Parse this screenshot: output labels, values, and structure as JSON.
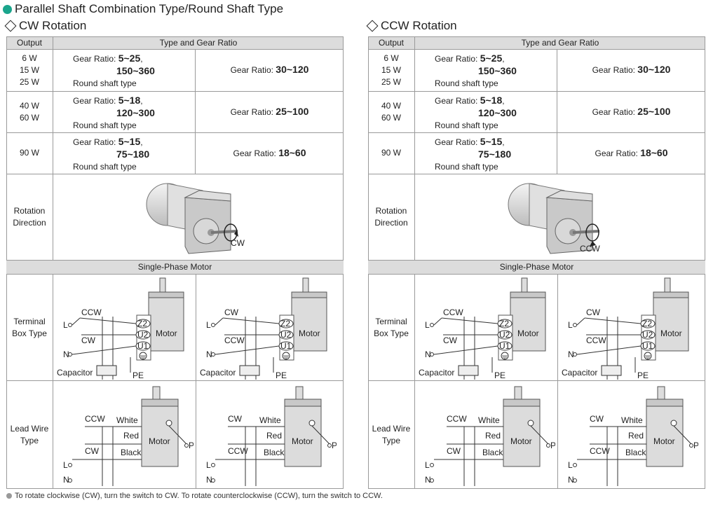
{
  "title": "Parallel Shaft Combination Type/Round Shaft Type",
  "panels": [
    {
      "heading": "CW Rotation",
      "hdr_output": "Output",
      "hdr_type": "Type and Gear Ratio",
      "rows": [
        {
          "output": [
            "6 W",
            "15 W",
            "25 W"
          ],
          "prefix": "Gear Ratio: ",
          "r1": "5~25",
          "sep": ",",
          "r2": "150~360",
          "shaft": "Round shaft type",
          "prefix_b": "Gear Ratio: ",
          "parallel": "30~120"
        },
        {
          "output": [
            "40 W",
            "60 W"
          ],
          "prefix": "Gear Ratio: ",
          "r1": "5~18",
          "sep": ",",
          "r2": "120~300",
          "shaft": "Round shaft type",
          "prefix_b": "Gear Ratio: ",
          "parallel": "25~100"
        },
        {
          "output": [
            "90 W"
          ],
          "prefix": "Gear Ratio: ",
          "r1": "5~15",
          "sep": ",",
          "r2": "75~180",
          "shaft": "Round shaft type",
          "prefix_b": "Gear Ratio: ",
          "parallel": "18~60"
        }
      ],
      "rotation_label": [
        "Rotation",
        "Direction"
      ],
      "rotation_mark": "CW",
      "single_phase": "Single-Phase Motor",
      "terminal_label": [
        "Terminal",
        "Box Type"
      ],
      "leadwire_label": [
        "Lead Wire",
        "Type"
      ],
      "diagram": {
        "L": "L",
        "N": "N",
        "ccw": "CCW",
        "cw": "CW",
        "motor": "Motor",
        "capacitor": "Capacitor",
        "pe": "PE",
        "z2": "Z2",
        "u2": "U2",
        "u1": "U1",
        "white": "White",
        "red": "Red",
        "black": "Black"
      }
    },
    {
      "heading": "CCW Rotation",
      "hdr_output": "Output",
      "hdr_type": "Type and Gear Ratio",
      "rows": [
        {
          "output": [
            "6 W",
            "15 W",
            "25 W"
          ],
          "prefix": "Gear Ratio: ",
          "r1": "5~25",
          "sep": ",",
          "r2": "150~360",
          "shaft": "Round shaft type",
          "prefix_b": "Gear Ratio: ",
          "parallel": "30~120"
        },
        {
          "output": [
            "40 W",
            "60 W"
          ],
          "prefix": "Gear Ratio: ",
          "r1": "5~18",
          "sep": ",",
          "r2": "120~300",
          "shaft": "Round shaft type",
          "prefix_b": "Gear Ratio: ",
          "parallel": "25~100"
        },
        {
          "output": [
            "90 W"
          ],
          "prefix": "Gear Ratio: ",
          "r1": "5~15",
          "sep": ",",
          "r2": "75~180",
          "shaft": "Round shaft type",
          "prefix_b": "Gear Ratio: ",
          "parallel": "18~60"
        }
      ],
      "rotation_label": [
        "Rotation",
        "Direction"
      ],
      "rotation_mark": "CCW",
      "single_phase": "Single-Phase Motor",
      "terminal_label": [
        "Terminal",
        "Box Type"
      ],
      "leadwire_label": [
        "Lead Wire",
        "Type"
      ],
      "diagram": {
        "L": "L",
        "N": "N",
        "ccw": "CCW",
        "cw": "CW",
        "motor": "Motor",
        "capacitor": "Capacitor",
        "pe": "PE",
        "z2": "Z2",
        "u2": "U2",
        "u1": "U1",
        "white": "White",
        "red": "Red",
        "black": "Black"
      }
    }
  ],
  "footnote": "To rotate clockwise (CW), turn the switch to CW. To rotate counterclockwise (CCW), turn the switch to CCW."
}
